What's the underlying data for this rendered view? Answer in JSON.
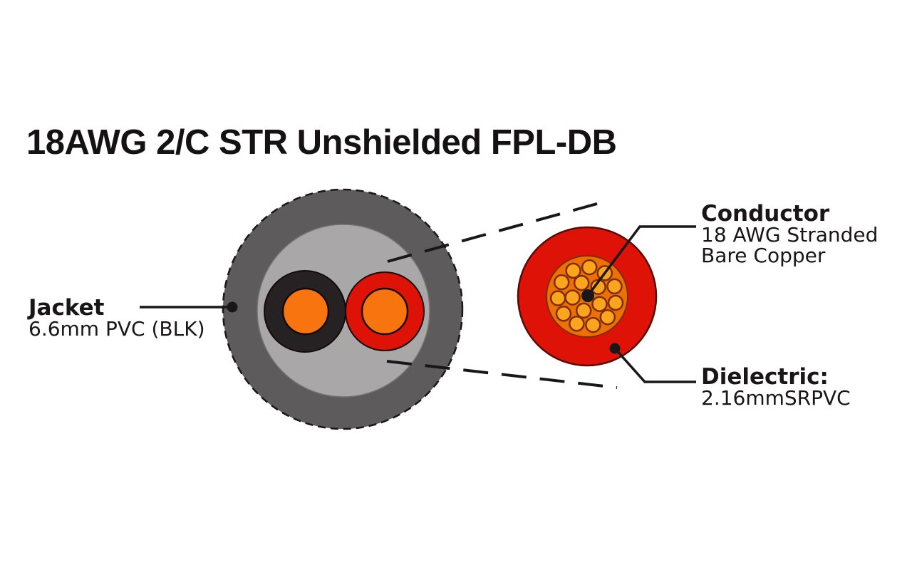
{
  "title": "18AWG 2/C STR Unshielded FPL-DB",
  "labels": {
    "jacket": {
      "name": "Jacket",
      "spec": "6.6mm PVC (BLK)"
    },
    "conductor": {
      "name": "Conductor",
      "spec_line1": "18 AWG Stranded",
      "spec_line2": "Bare Copper"
    },
    "dielectric": {
      "name": "Dielectric:",
      "spec": "2.16mmSRPVC"
    }
  },
  "diagram": {
    "strand_count": 16,
    "colors": {
      "background": "#ffffff",
      "jacket_gray": "#5e5b5c",
      "filler_gray": "#a9a7a8",
      "filler_edge": "#757273",
      "insulation_black": "#262223",
      "insulation_red": "#de1207",
      "red_edge": "#550c05",
      "conductor_orange": "#f8740e",
      "strand_area_orange": "#ee7003",
      "strand_orange": "#fba41d",
      "strand_edge": "#7c2d05",
      "outline_dark": "#17090a",
      "line_black": "#1a1718",
      "text_black": "#1a1617"
    }
  }
}
